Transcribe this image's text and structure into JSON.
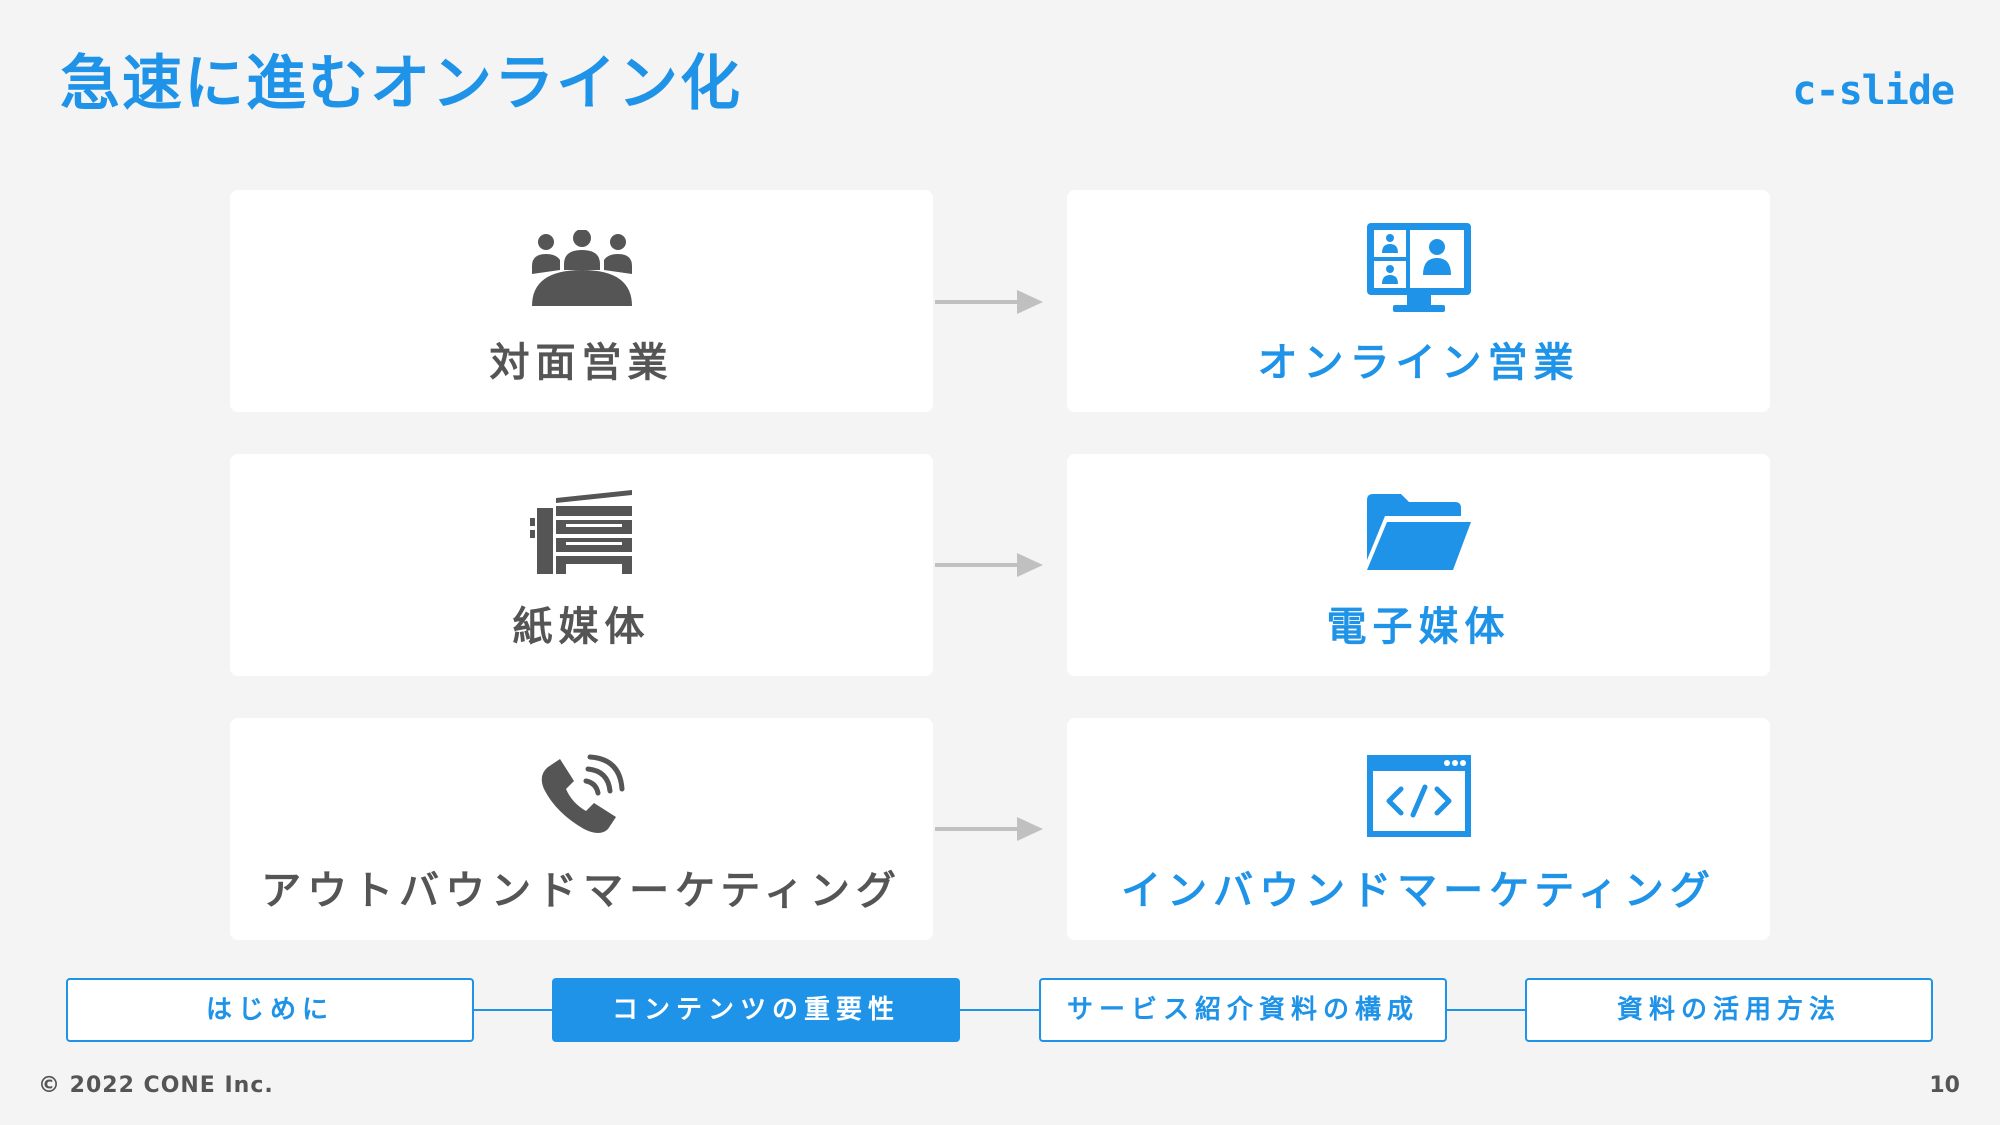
{
  "header": {
    "title": "急速に進むオンライン化",
    "brand": "c-slide"
  },
  "rows": [
    {
      "from": {
        "label": "対面営業",
        "icon": "meeting-people-icon"
      },
      "to": {
        "label": "オンライン営業",
        "icon": "video-conference-icon"
      }
    },
    {
      "from": {
        "label": "紙媒体",
        "icon": "copier-printer-icon"
      },
      "to": {
        "label": "電子媒体",
        "icon": "folder-icon"
      }
    },
    {
      "from": {
        "label": "アウトバウンドマーケティング",
        "icon": "phone-call-icon"
      },
      "to": {
        "label": "インバウンドマーケティング",
        "icon": "code-window-icon"
      }
    }
  ],
  "nav": {
    "items": [
      {
        "label": "はじめに",
        "active": false
      },
      {
        "label": "コンテンツの重要性",
        "active": true
      },
      {
        "label": "サービス紹介資料の構成",
        "active": false
      },
      {
        "label": "資料の活用方法",
        "active": false
      }
    ]
  },
  "footer": {
    "copyright": "© 2022 CONE Inc.",
    "page_number": "10"
  },
  "colors": {
    "accent": "#1f93e8",
    "muted": "#555555",
    "background": "#f4f4f4",
    "arrow": "#c0c0c0"
  }
}
